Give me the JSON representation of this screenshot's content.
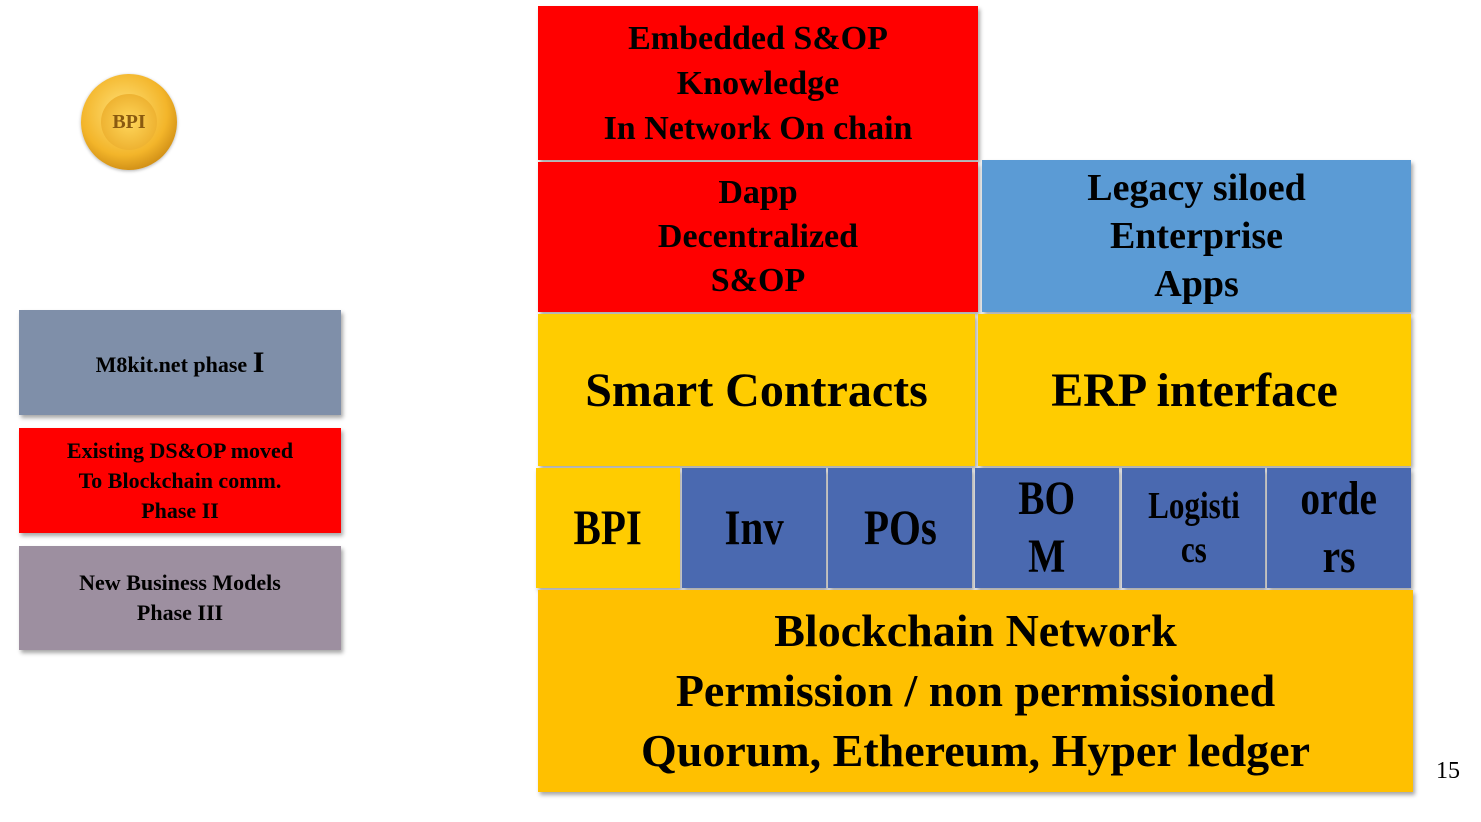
{
  "logo": {
    "text": "BPI"
  },
  "legend": [
    {
      "lines": [
        "M8kit.net phase "
      ],
      "suffix": "I",
      "color": "#7f8fa9"
    },
    {
      "lines": [
        "Existing DS&OP moved",
        "To Blockchain comm.",
        "Phase II"
      ],
      "color": "#ff0000"
    },
    {
      "lines": [
        "New Business Models",
        "Phase III"
      ],
      "color": "#9d8fa0"
    }
  ],
  "stack": {
    "embedded": [
      "Embedded S&OP",
      "Knowledge",
      "In Network On chain"
    ],
    "dapp": [
      "Dapp",
      "Decentralized",
      "S&OP"
    ],
    "legacy": [
      "Legacy siloed",
      "Enterprise",
      "Apps"
    ],
    "smart_contracts": "Smart Contracts",
    "erp": "ERP interface",
    "modules": [
      {
        "lines": [
          "BPI"
        ]
      },
      {
        "lines": [
          "Inv"
        ]
      },
      {
        "lines": [
          "POs"
        ]
      },
      {
        "lines": [
          "BO",
          "M"
        ]
      },
      {
        "lines": [
          "Logisti",
          "cs"
        ]
      },
      {
        "lines": [
          "orde",
          "rs"
        ]
      }
    ],
    "network": [
      "Blockchain Network",
      "Permission / non permissioned",
      "Quorum, Ethereum, Hyper ledger"
    ]
  },
  "page_number": "15"
}
